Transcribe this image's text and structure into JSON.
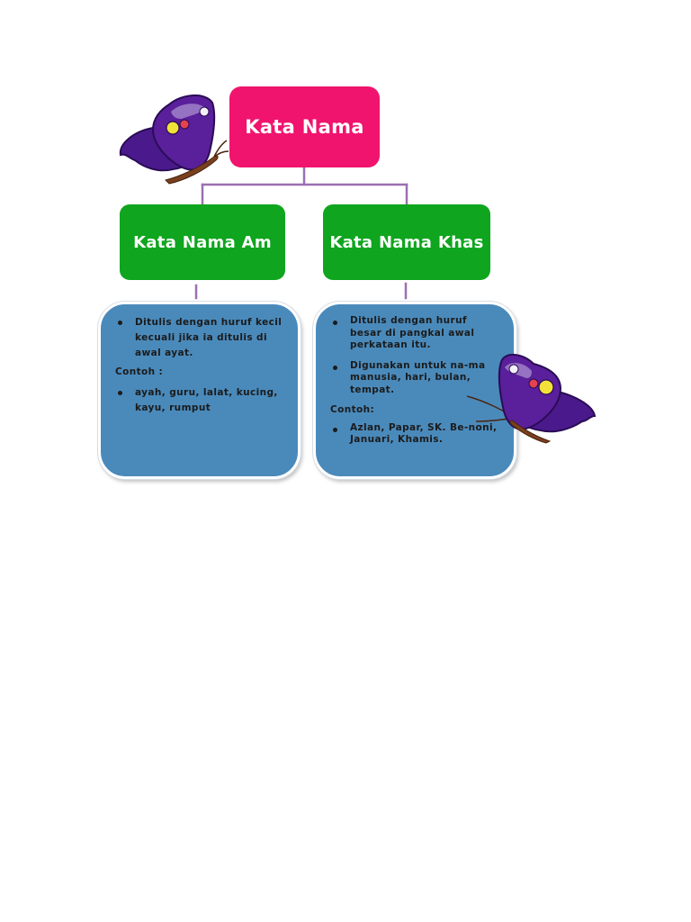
{
  "diagram": {
    "root": {
      "label": "Kata Nama"
    },
    "branches": [
      {
        "label": "Kata Nama Am",
        "points": [
          "Ditulis dengan huruf kecil kecuali jika ia ditulis di awal ayat."
        ],
        "example_label": "Contoh :",
        "examples": [
          "ayah, guru, lalat, kucing, kayu, rumput"
        ]
      },
      {
        "label": "Kata Nama Khas",
        "points": [
          "Ditulis dengan huruf besar di pangkal awal perkataan itu.",
          "Digunakan untuk na-ma manusia, hari, bulan, tempat."
        ],
        "example_label": "Contoh:",
        "examples": [
          "Azlan, Papar, SK. Be-noni, Januari, Khamis."
        ]
      }
    ]
  },
  "colors": {
    "root_fill": "#f0146e",
    "branch_fill": "#0fa51e",
    "detail_fill": "#4a8abb",
    "connector": "#9b6fb1",
    "butterfly_wing": "#5a1f9a"
  },
  "icons": [
    "butterfly-icon",
    "butterfly-icon"
  ]
}
